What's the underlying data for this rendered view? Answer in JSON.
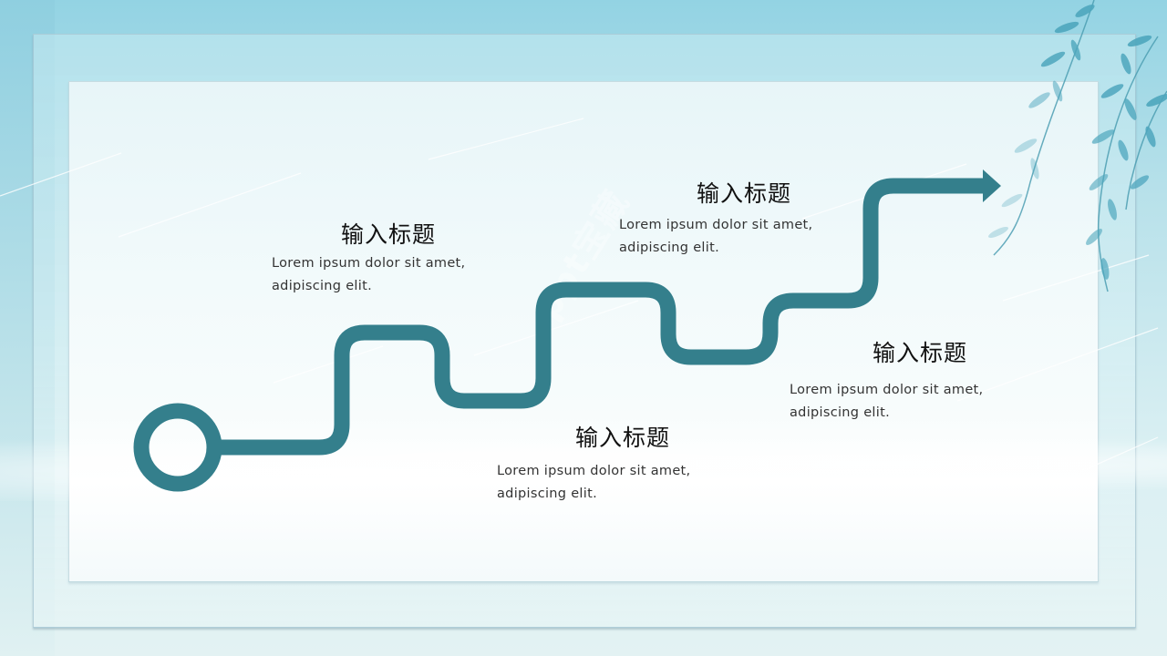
{
  "slide": {
    "accent_color": "#347f8c",
    "watermark": "ppt宝藏"
  },
  "steps": [
    {
      "title": "输入标题",
      "desc_line1": "Lorem ipsum dolor sit amet,",
      "desc_line2": "adipiscing elit."
    },
    {
      "title": "输入标题",
      "desc_line1": "Lorem ipsum dolor sit amet,",
      "desc_line2": "adipiscing elit."
    },
    {
      "title": "输入标题",
      "desc_line1": "Lorem ipsum dolor sit amet,",
      "desc_line2": "adipiscing elit."
    },
    {
      "title": "输入标题",
      "desc_line1": "Lorem ipsum dolor sit amet,",
      "desc_line2": "adipiscing elit."
    }
  ],
  "icons": {
    "start": "ring-start-icon",
    "end": "arrow-right-icon",
    "decoration": "willow-branch-icon"
  }
}
